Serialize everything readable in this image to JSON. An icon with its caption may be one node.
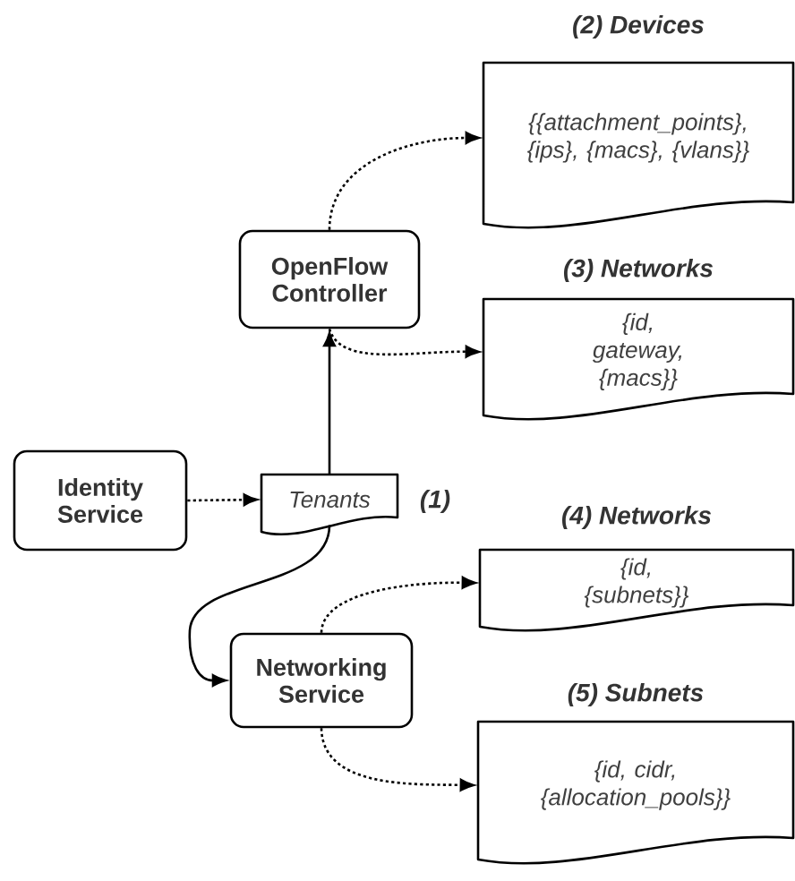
{
  "diagram": {
    "nodes": [
      {
        "text": [
          "(2) Devices",
          "{{attachment_points}, {ips}, {macs}, {vlans}}"
        ]
      },
      {
        "text": [
          "OpenFlow Controller"
        ]
      },
      {
        "text": [
          "(3) Networks",
          "{id, gateway, {macs}}"
        ]
      },
      {
        "text": [
          "Identity Service"
        ]
      },
      {
        "text": [
          "Tenants"
        ],
        "beside": [
          "(1)"
        ]
      },
      {
        "text": [
          "(4) Networks",
          "{id, {subnets}}"
        ]
      },
      {
        "text": [
          "Networking Service"
        ]
      },
      {
        "text": [
          "(5) Subnets",
          "{id, cidr, {allocation_pools}}"
        ]
      }
    ],
    "edges": [
      {
        "from": 1,
        "to": 0,
        "arrow": "to",
        "style": "dashed"
      },
      {
        "from": 1,
        "to": 2,
        "arrow": "to",
        "style": "dashed"
      },
      {
        "from": 3,
        "to": 4,
        "arrow": "to",
        "style": "dashed"
      },
      {
        "from": 4,
        "to": 1,
        "arrow": "to"
      },
      {
        "from": 4,
        "to": 6,
        "arrow": "to"
      },
      {
        "from": 6,
        "to": 5,
        "arrow": "to",
        "style": "dashed"
      },
      {
        "from": 6,
        "to": 7,
        "arrow": "to",
        "style": "dashed"
      }
    ]
  }
}
